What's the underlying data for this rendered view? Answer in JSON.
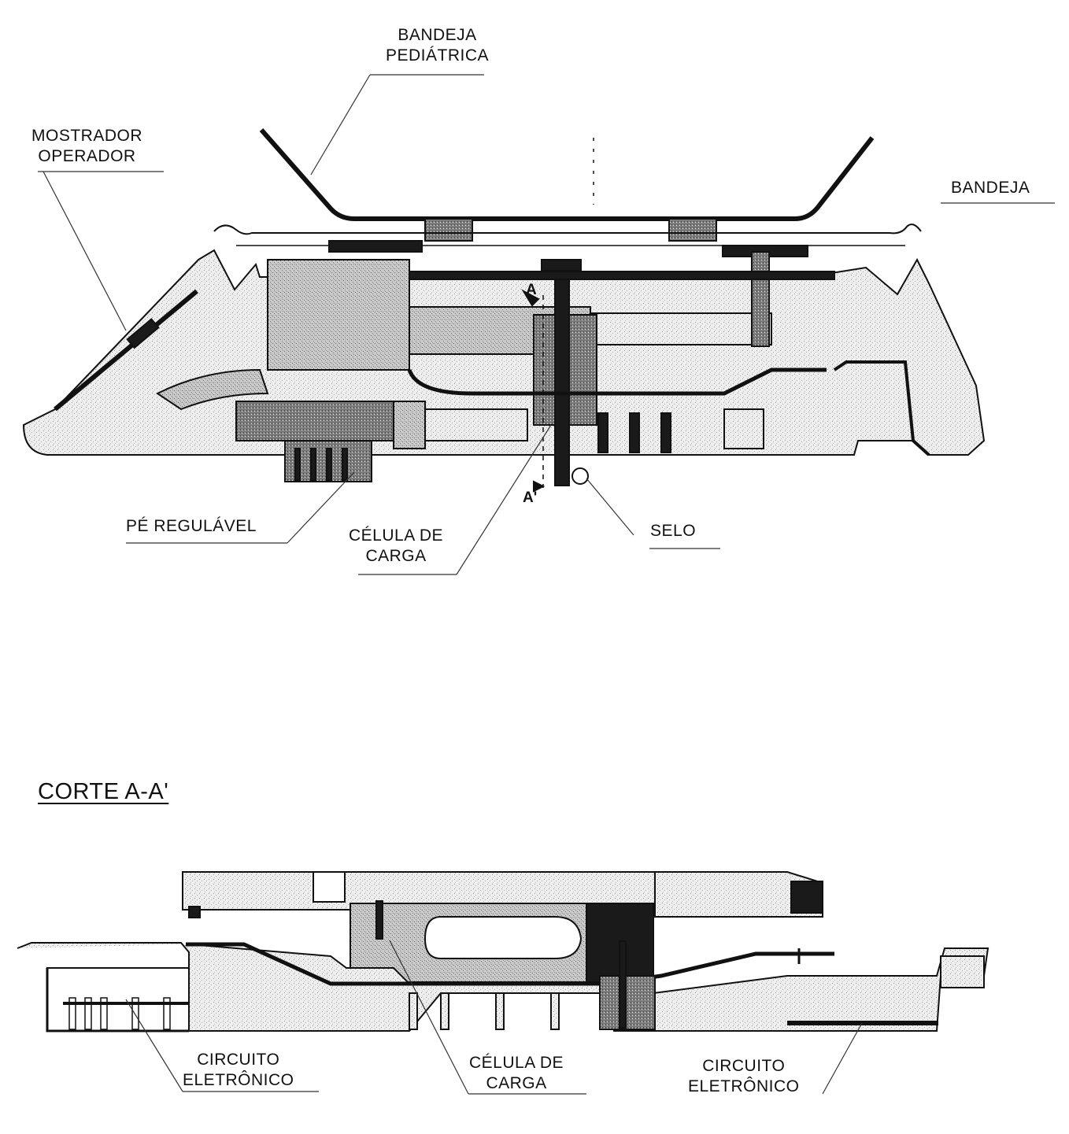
{
  "colors": {
    "ink": "#111111",
    "hatch_light": "#cfcfcf",
    "hatch_mid": "#9a9a9a",
    "hatch_dark": "#555555",
    "solid": "#1a1a1a"
  },
  "top_view": {
    "labels": {
      "bandeja_pediatrica": [
        "BANDEJA",
        "PEDIÁTRICA"
      ],
      "mostrador_operador": [
        "MOSTRADOR",
        "OPERADOR"
      ],
      "bandeja": "BANDEJA",
      "pe_regulavel": "PÉ REGULÁVEL",
      "celula_de_carga": [
        "CÉLULA DE",
        "CARGA"
      ],
      "selo": "SELO"
    },
    "section_marks": {
      "a_top": "A",
      "a_bottom": "A'"
    }
  },
  "section_title": "CORTE A-A'",
  "bottom_view": {
    "labels": {
      "circuito_left": [
        "CIRCUITO",
        "ELETRÔNICO"
      ],
      "celula_de_carga": [
        "CÉLULA DE",
        "CARGA"
      ],
      "circuito_right": [
        "CIRCUITO",
        "ELETRÔNICO"
      ]
    }
  }
}
